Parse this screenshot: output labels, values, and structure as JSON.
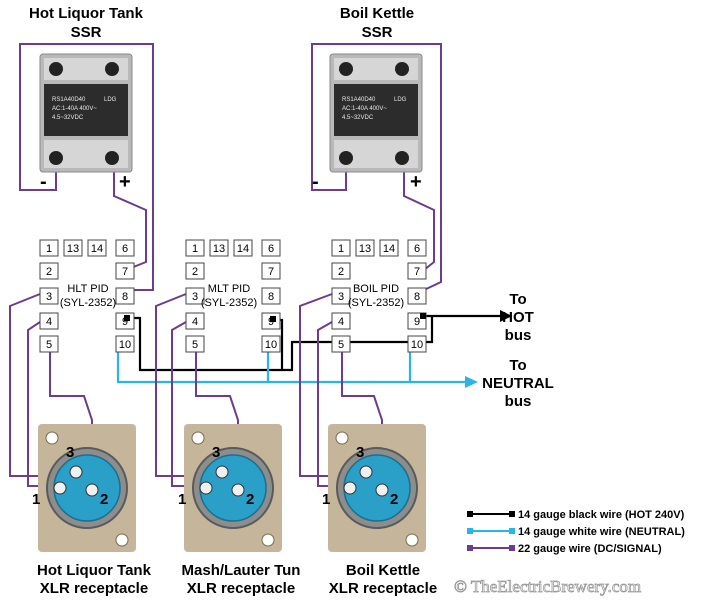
{
  "titles": {
    "hlt_ssr": [
      "Hot Liquor Tank",
      "SSR"
    ],
    "bk_ssr": [
      "Boil Kettle",
      "SSR"
    ]
  },
  "ssr": {
    "model": "RS1A40D40",
    "rating": "AC:1-40A 400V~",
    "input": "4.5~32VDC",
    "brand": "LDG",
    "minus": "-",
    "plus": "+"
  },
  "pid": {
    "hlt": [
      "HLT PID",
      "(SYL-2352)"
    ],
    "mlt": [
      "MLT PID",
      "(SYL-2352)"
    ],
    "bk": [
      "BOIL PID",
      "(SYL-2352)"
    ],
    "pins": [
      "1",
      "13",
      "14",
      "6",
      "2",
      "7",
      "3",
      "8",
      "4",
      "9",
      "5",
      "10"
    ]
  },
  "destinations": {
    "hot": [
      "To",
      "HOT",
      "bus"
    ],
    "neutral": [
      "To",
      "NEUTRAL",
      "bus"
    ]
  },
  "xlr_labels": {
    "hlt": [
      "Hot Liquor Tank",
      "XLR receptacle"
    ],
    "mlt": [
      "Mash/Lauter Tun",
      "XLR receptacle"
    ],
    "bk": [
      "Boil Kettle",
      "XLR receptacle"
    ]
  },
  "xlr_pins": [
    "3",
    "1",
    "2"
  ],
  "legend": [
    {
      "label": "14 gauge black wire (HOT 240V)",
      "color": "#000000"
    },
    {
      "label": "14 gauge white wire (NEUTRAL)",
      "color": "#29b6e6"
    },
    {
      "label": "22 gauge wire (DC/SIGNAL)",
      "color": "#6a3d8f"
    }
  ],
  "watermark": "© TheElectricBrewery.com"
}
